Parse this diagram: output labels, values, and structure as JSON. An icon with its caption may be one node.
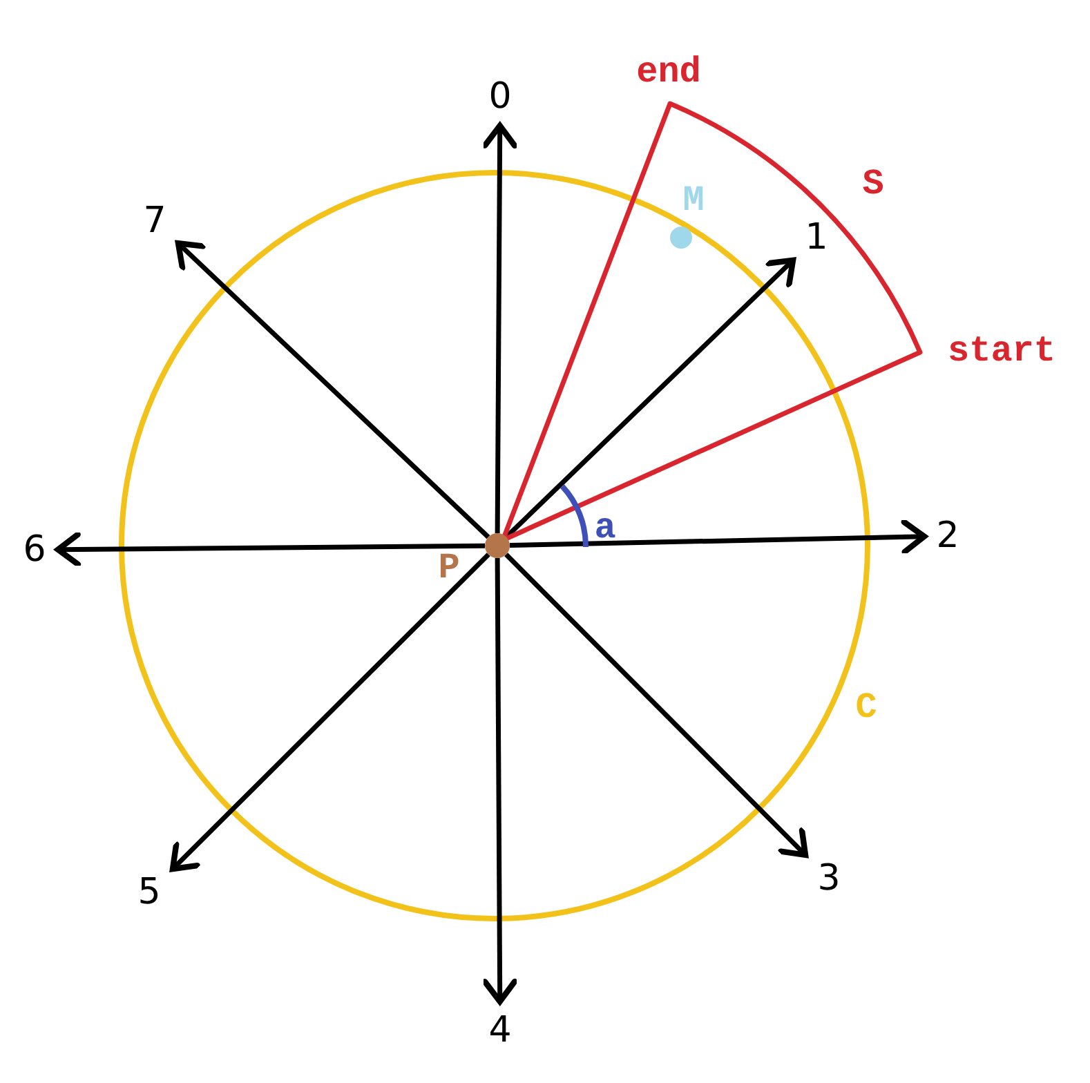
{
  "diagram": {
    "nodes": [
      {
        "text": [],
        "shape": "circle",
        "beside": [
          "P"
        ]
      },
      {
        "text": [
          "0"
        ]
      },
      {
        "text": [
          "1"
        ]
      },
      {
        "text": [
          "2"
        ]
      },
      {
        "text": [
          "3"
        ]
      },
      {
        "text": [
          "4"
        ]
      },
      {
        "text": [
          "5"
        ]
      },
      {
        "text": [
          "6"
        ]
      },
      {
        "text": [
          "7"
        ]
      }
    ],
    "edges": [
      {
        "from": 0,
        "to": 1,
        "arrow": "to"
      },
      {
        "from": 0,
        "to": 2,
        "arrow": "to"
      },
      {
        "from": 0,
        "to": 3,
        "arrow": "to"
      },
      {
        "from": 0,
        "to": 4,
        "arrow": "to"
      },
      {
        "from": 0,
        "to": 5,
        "arrow": "to"
      },
      {
        "from": 0,
        "to": 6,
        "arrow": "to"
      },
      {
        "from": 0,
        "to": 7,
        "arrow": "to"
      },
      {
        "from": 0,
        "to": 8,
        "arrow": "to"
      }
    ],
    "labels": [
      "end",
      "M",
      "S",
      "start",
      "a",
      "C"
    ]
  }
}
